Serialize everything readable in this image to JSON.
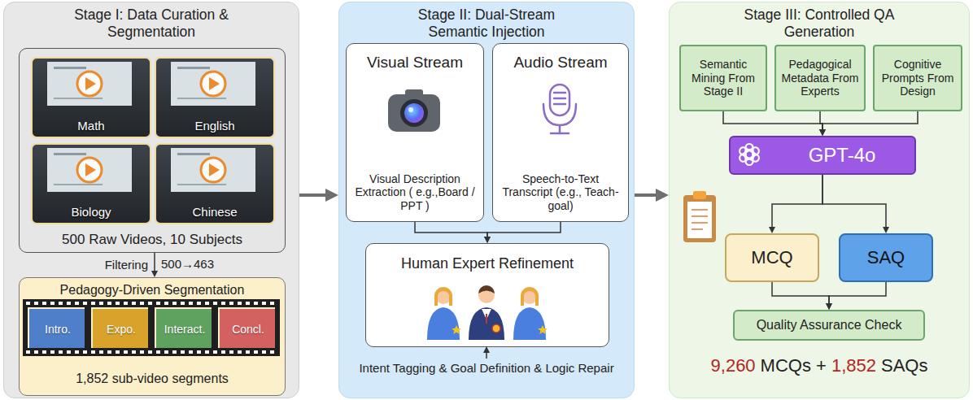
{
  "diagram": {
    "nodes": [
      {
        "text": [
          "Stage I: Data Curation & Segmentation"
        ]
      },
      {
        "text": [
          "500 Raw Videos, 10 Subjects"
        ],
        "in": 0
      },
      {
        "text": [
          "Math"
        ],
        "in": 1
      },
      {
        "text": [
          "English"
        ],
        "in": 1
      },
      {
        "text": [
          "Biology"
        ],
        "in": 1
      },
      {
        "text": [
          "Chinese"
        ],
        "in": 1
      },
      {
        "text": [
          "Pedagogy-Driven Segmentation",
          "1,852 sub-video segments"
        ],
        "in": 0
      },
      {
        "text": [
          "Intro."
        ],
        "in": 6
      },
      {
        "text": [
          "Expo."
        ],
        "in": 6
      },
      {
        "text": [
          "Interact."
        ],
        "in": 6
      },
      {
        "text": [
          "Concl."
        ],
        "in": 6
      },
      {
        "text": [
          "Stage II: Dual-Stream Semantic Injection"
        ]
      },
      {
        "text": [
          "Visual Stream",
          "Visual Description Extraction ( e.g.,Board / PPT )"
        ],
        "in": 11
      },
      {
        "text": [
          "Audio Stream",
          "Speech-to-Text Transcript (e.g., Teach-goal)"
        ],
        "in": 11
      },
      {
        "text": [
          "Human Expert Refinement"
        ],
        "in": 11
      },
      {
        "text": [
          "Stage III: Controlled QA Generation"
        ]
      },
      {
        "text": [
          "Semantic Mining From Stage II"
        ],
        "in": 15
      },
      {
        "text": [
          "Pedagogical Metadata From Experts"
        ],
        "in": 15
      },
      {
        "text": [
          "Cognitive Prompts From Design"
        ],
        "in": 15
      },
      {
        "text": [
          "GPT-4o"
        ],
        "in": 15
      },
      {
        "text": [
          "MCQ"
        ],
        "in": 15
      },
      {
        "text": [
          "SAQ"
        ],
        "in": 15
      },
      {
        "text": [
          "Quality Assurance Check"
        ],
        "in": 15
      }
    ],
    "edges": [
      {
        "from": 1,
        "to": 6,
        "arrow": "to",
        "label": "Filtering"
      },
      {
        "from": 0,
        "to": 11,
        "arrow": "to"
      },
      {
        "from": 12,
        "to": 14,
        "arrow": "to"
      },
      {
        "from": 13,
        "to": 14,
        "arrow": "to"
      },
      {
        "from": 11,
        "to": 15,
        "arrow": "to"
      },
      {
        "from": 16,
        "to": 19,
        "arrow": "to"
      },
      {
        "from": 17,
        "to": 19,
        "arrow": "to"
      },
      {
        "from": 18,
        "to": 19,
        "arrow": "to"
      },
      {
        "from": 19,
        "to": 20,
        "arrow": "to"
      },
      {
        "from": 19,
        "to": 21,
        "arrow": "to"
      },
      {
        "from": 20,
        "to": 22,
        "arrow": "to"
      },
      {
        "from": 21,
        "to": 22,
        "arrow": "to"
      }
    ],
    "labels": [
      "500→463",
      "Intent Tagging & Goal Definition & Logic Repair",
      "9,260",
      "MCQs +",
      "1,852",
      "SAQs"
    ]
  }
}
